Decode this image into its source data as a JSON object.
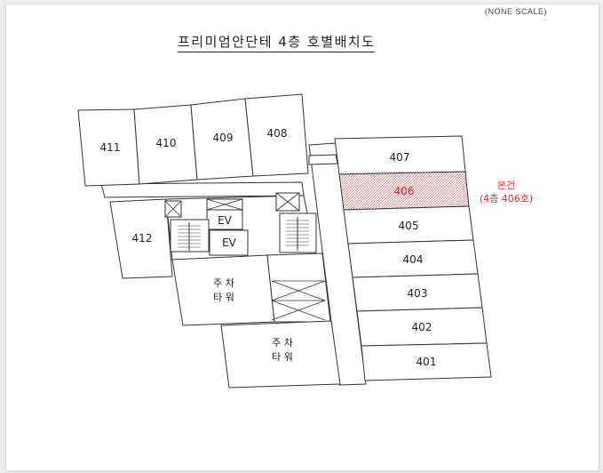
{
  "scale_note": "(NONE SCALE)",
  "title": "프리미엄안단테 4층 호별배치도",
  "units": {
    "u401": "401",
    "u402": "402",
    "u403": "403",
    "u404": "404",
    "u405": "405",
    "u406": "406",
    "u407": "407",
    "u408": "408",
    "u409": "409",
    "u410": "410",
    "u411": "411",
    "u412": "412"
  },
  "elevators": [
    "EV",
    "EV"
  ],
  "parking_tower_a": [
    "주 차",
    "타 워"
  ],
  "parking_tower_b": [
    "주 차",
    "타 워"
  ],
  "highlight": {
    "unit": "406",
    "note_line1": "본건",
    "note_line2": "(4층 406호)",
    "color": "#e03030"
  }
}
